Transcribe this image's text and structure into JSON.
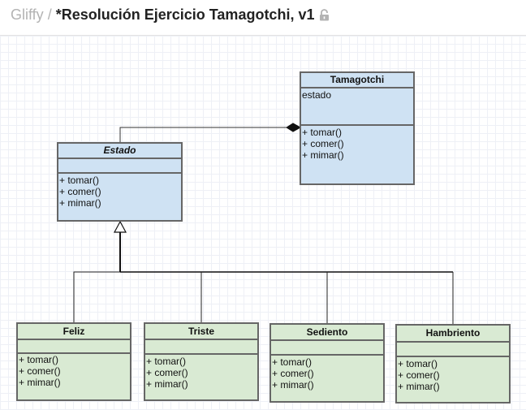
{
  "header": {
    "app_name": "Gliffy",
    "separator": " / ",
    "document_title": "*Resolución Ejercicio Tamagotchi, v1",
    "lock_icon": "lock-icon"
  },
  "colors": {
    "class_blue": "#cfe2f3",
    "class_green": "#d9ead3",
    "border": "#666666"
  },
  "diagram": {
    "tamagotchi": {
      "name": "Tamagotchi",
      "attributes": [
        "estado"
      ],
      "methods": [
        "+ tomar()",
        "+ comer()",
        "+ mimar()"
      ]
    },
    "estado": {
      "name": "Estado",
      "attributes": [],
      "methods": [
        "+ tomar()",
        "+ comer()",
        "+ mimar()"
      ]
    },
    "subclasses": [
      {
        "name": "Feliz",
        "methods": [
          "+ tomar()",
          "+ comer()",
          "+ mimar()"
        ]
      },
      {
        "name": "Triste",
        "methods": [
          "+ tomar()",
          "+ comer()",
          "+ mimar()"
        ]
      },
      {
        "name": "Sediento",
        "methods": [
          "+ tomar()",
          "+ comer()",
          "+ mimar()"
        ]
      },
      {
        "name": "Hambriento",
        "methods": [
          "+ tomar()",
          "+ comer()",
          "+ mimar()"
        ]
      }
    ]
  }
}
